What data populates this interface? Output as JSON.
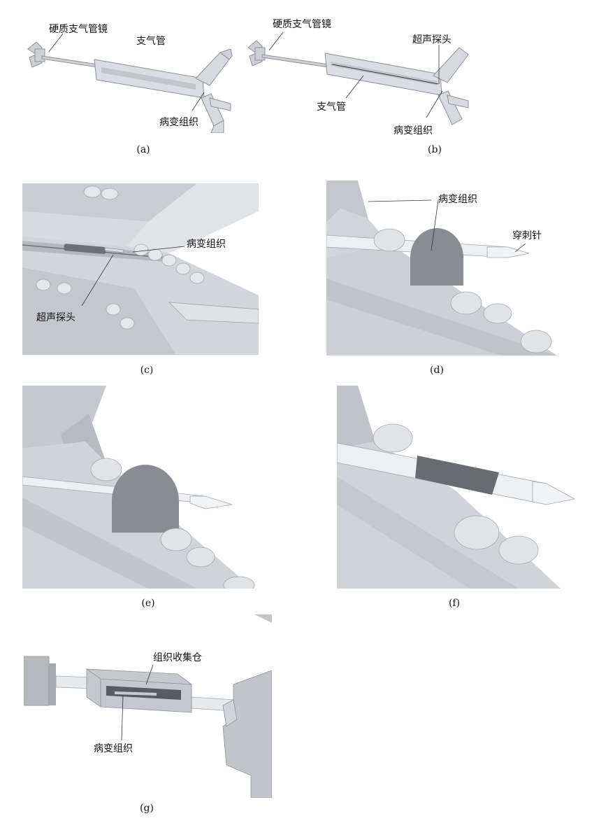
{
  "figure": {
    "panels": [
      {
        "id": "a",
        "caption": "(a)",
        "labels": {
          "bronchoscope": "硬质支气管镜",
          "bronchus": "支气管",
          "lesion": "病变组织"
        }
      },
      {
        "id": "b",
        "caption": "(b)",
        "labels": {
          "bronchoscope": "硬质支气管镜",
          "probe": "超声探头",
          "bronchus": "支气管",
          "lesion": "病变组织"
        }
      },
      {
        "id": "c",
        "caption": "(c)",
        "labels": {
          "lesion": "病变组织",
          "probe": "超声探头"
        }
      },
      {
        "id": "d",
        "caption": "(d)",
        "labels": {
          "lesion": "病变组织",
          "needle": "穿刺针"
        }
      },
      {
        "id": "e",
        "caption": "(e)",
        "labels": {}
      },
      {
        "id": "f",
        "caption": "(f)",
        "labels": {}
      },
      {
        "id": "g",
        "caption": "(g)",
        "labels": {
          "chamber": "组织收集仓",
          "lesion": "病变组织"
        }
      }
    ]
  },
  "colors": {
    "body": "#d8d9de",
    "body_dark": "#b9bac0",
    "edge": "#9a9ba2",
    "lesion": "#8b8c93",
    "lesion_dark": "#5f6066"
  }
}
